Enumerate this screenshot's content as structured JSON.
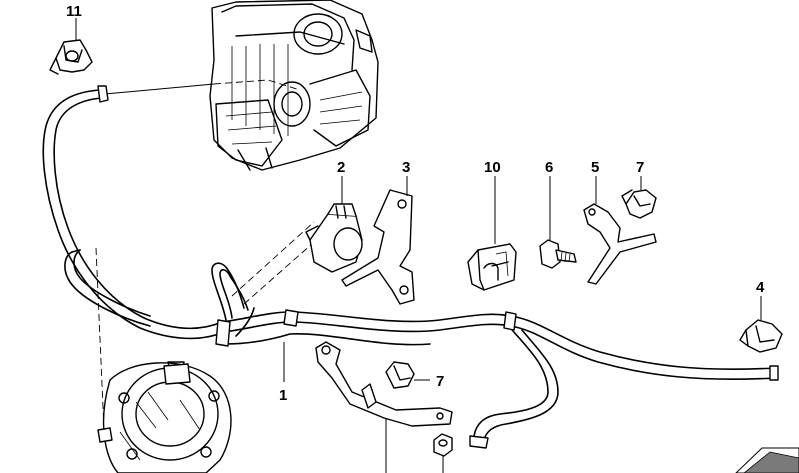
{
  "diagram": {
    "callouts": [
      {
        "id": "11",
        "text": "11"
      },
      {
        "id": "2",
        "text": "2"
      },
      {
        "id": "3",
        "text": "3"
      },
      {
        "id": "10",
        "text": "10"
      },
      {
        "id": "6",
        "text": "6"
      },
      {
        "id": "5",
        "text": "5"
      },
      {
        "id": "7a",
        "text": "7"
      },
      {
        "id": "4",
        "text": "4"
      },
      {
        "id": "7b",
        "text": "7"
      },
      {
        "id": "1",
        "text": "1"
      }
    ],
    "icons": {
      "corner": "folded-corner-icon"
    },
    "colors": {
      "ink": "#000000",
      "paper": "#ffffff",
      "corner_fill": "#7a7a7a"
    }
  }
}
